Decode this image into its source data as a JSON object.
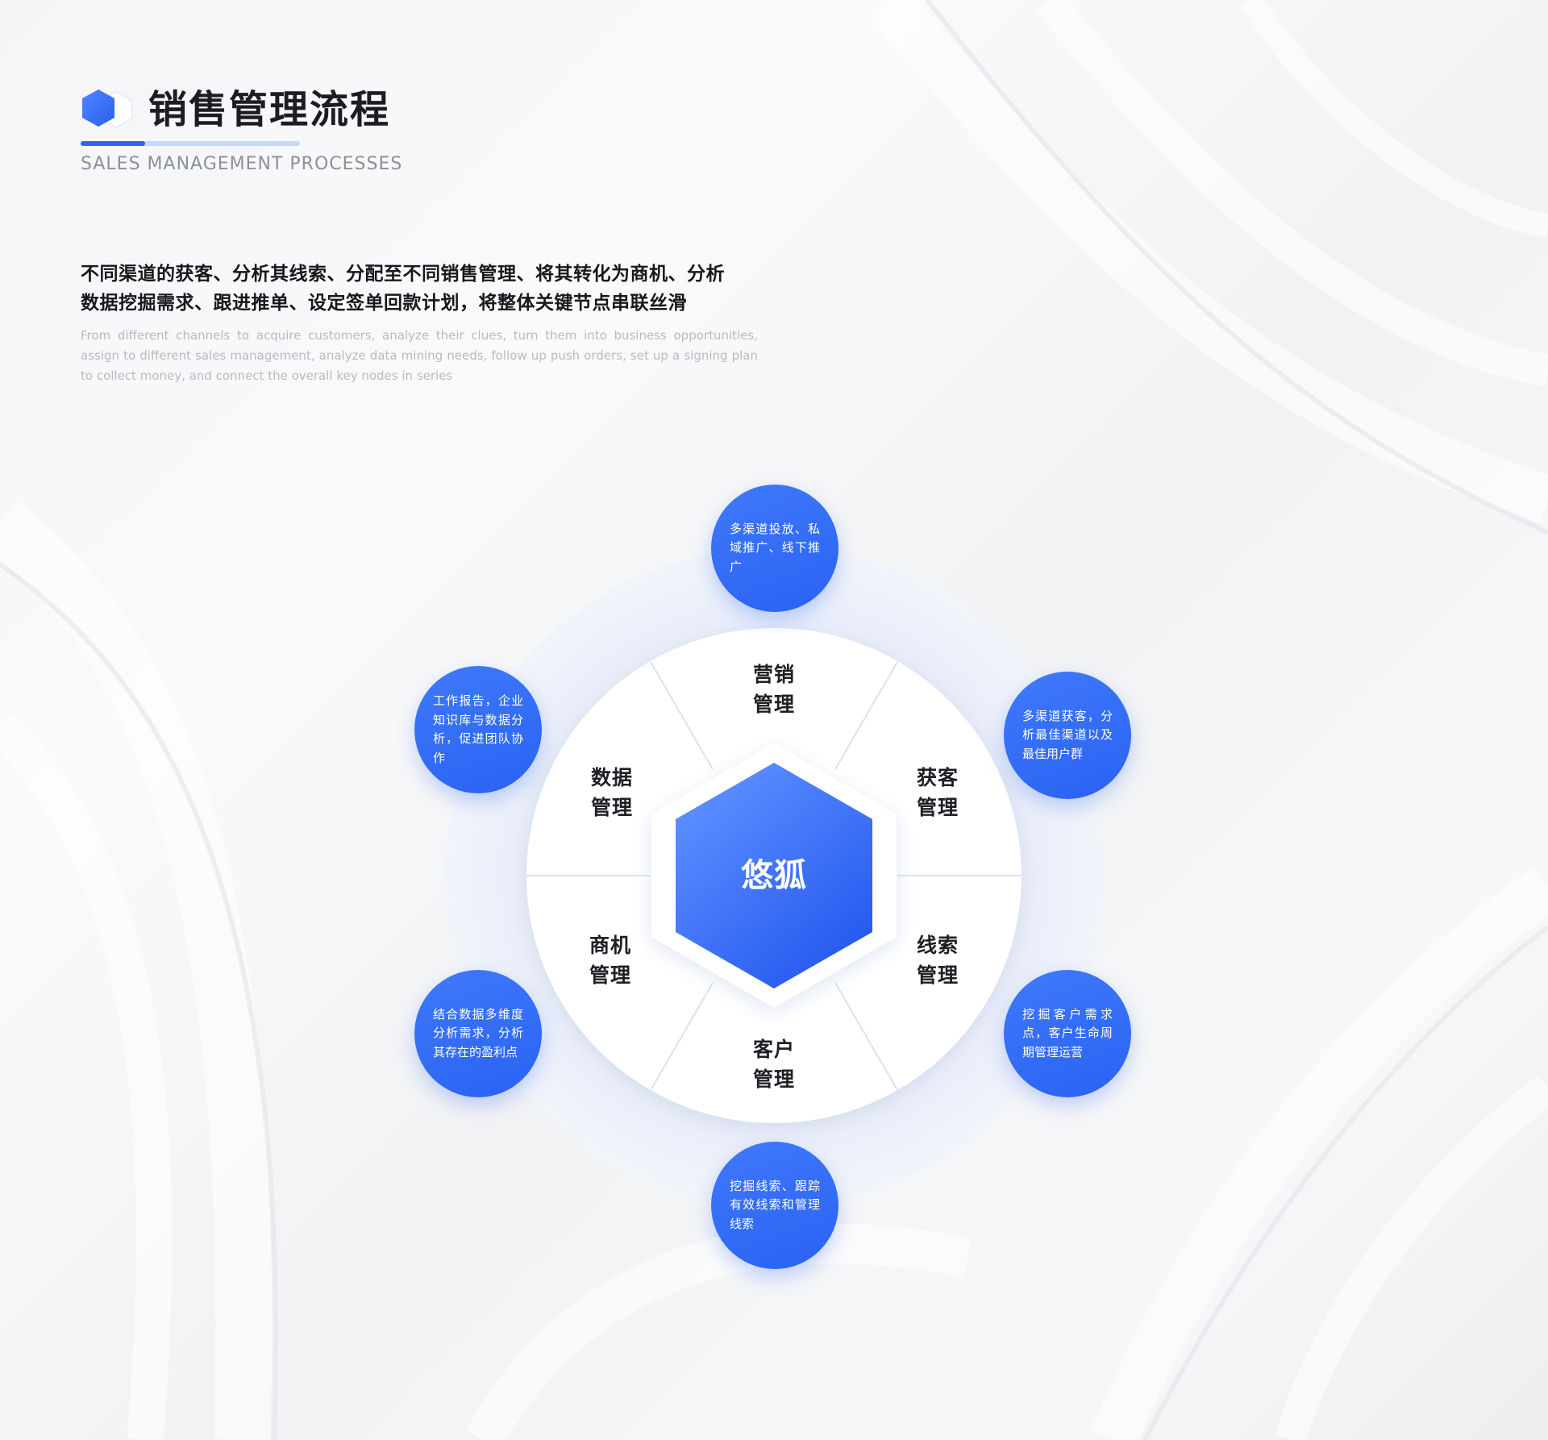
{
  "header": {
    "title": "销售管理流程",
    "subtitle": "SALES MANAGEMENT PROCESSES"
  },
  "intro": {
    "line1": "不同渠道的获客、分析其线索、分配至不同销售管理、将其转化为商机、分析",
    "line2": "数据挖掘需求、跟进推单、设定签单回款计划，将整体关键节点串联丝滑",
    "english": "From different channels to acquire customers, analyze their clues, turn them into business opportunities, assign to different sales management, analyze data mining needs, follow up push orders, set up a signing plan to collect money, and connect the overall key nodes in series"
  },
  "diagram": {
    "center": "悠狐",
    "segments": [
      {
        "id": "marketing",
        "line1": "营销",
        "line2": "管理"
      },
      {
        "id": "acquisition",
        "line1": "获客",
        "line2": "管理"
      },
      {
        "id": "leads",
        "line1": "线索",
        "line2": "管理"
      },
      {
        "id": "customer",
        "line1": "客户",
        "line2": "管理"
      },
      {
        "id": "opportunity",
        "line1": "商机",
        "line2": "管理"
      },
      {
        "id": "data",
        "line1": "数据",
        "line2": "管理"
      }
    ],
    "nodes": [
      {
        "id": "marketing",
        "text": "多渠道投放、私域推广、线下推广"
      },
      {
        "id": "acquisition",
        "text": "多渠道获客，分析最佳渠道以及最佳用户群"
      },
      {
        "id": "leads",
        "text": "挖掘客户需求点，客户生命周期管理运营"
      },
      {
        "id": "customer",
        "text": "挖掘线索、跟踪有效线索和管理线索"
      },
      {
        "id": "opportunity",
        "text": "结合数据多维度分析需求，分析其存在的盈利点"
      },
      {
        "id": "data",
        "text": "工作报告，企业知识库与数据分析，促进团队协作"
      }
    ]
  },
  "colors": {
    "accent": "#2f63f3",
    "accent_light": "#c9d7fb",
    "ring": "#e8edf8",
    "text_dark": "#1c1d22",
    "text_muted": "#8d9097"
  }
}
